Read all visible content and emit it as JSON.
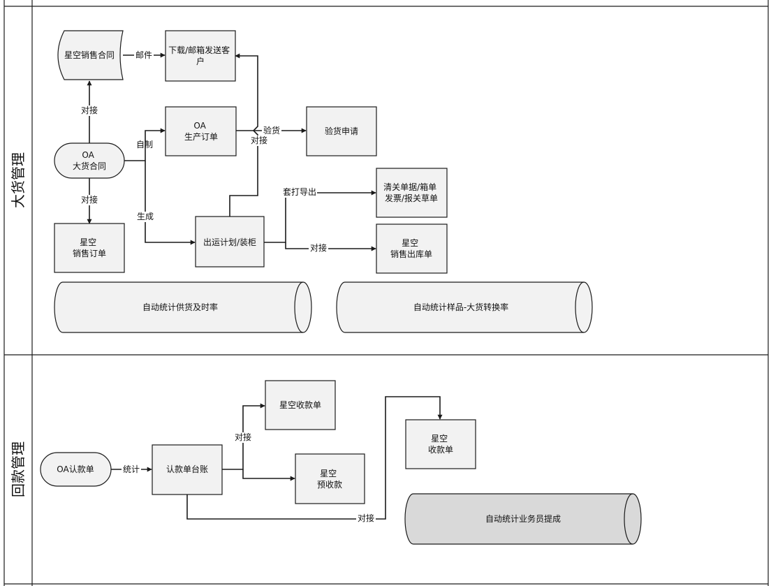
{
  "lanes": [
    {
      "id": "lane1",
      "title": "大货管理"
    },
    {
      "id": "lane2",
      "title": "回款管理"
    }
  ],
  "nodes": {
    "sales_contract": [
      "星空销售合同"
    ],
    "download_send": [
      "下载/邮箱发送客",
      "户"
    ],
    "oa_production": [
      "OA",
      "生产订单"
    ],
    "inspection": [
      "验货申请"
    ],
    "oa_bulk_contract": [
      "OA",
      "大货合同"
    ],
    "customs_docs": [
      "清关单据/箱单",
      "发票/报关草单"
    ],
    "xk_sales_order": [
      "星空",
      "销售订单"
    ],
    "shipping_plan": [
      "出运计划/装柜"
    ],
    "xk_sales_outbound": [
      "星空",
      "销售出库单"
    ],
    "stat_supply": [
      "自动统计供货及时率"
    ],
    "stat_sample": [
      "自动统计样品-大货转换率"
    ],
    "xk_receipt": [
      "星空收款单"
    ],
    "xk_receipt2": [
      "星空",
      "收款单"
    ],
    "oa_claim": [
      "OA认款单"
    ],
    "claim_ledger": [
      "认款单台账"
    ],
    "xk_prepay": [
      "星空",
      "预收款"
    ],
    "stat_commission": [
      "自动统计业务员提成"
    ]
  },
  "edge_labels": {
    "mail": "邮件",
    "dock_up": "对接",
    "self_made": "自制",
    "inspect": "验货",
    "dock_inspect": "对接",
    "dock_down": "对接",
    "generate": "生成",
    "print_export": "套打导出",
    "dock_outbound": "对接",
    "statistics": "统计",
    "dock_receipt": "对接",
    "dock_commission": "对接"
  },
  "colors": {
    "box_fill": "#f2f2f2",
    "stroke": "#1a1a1a",
    "stat_fill": "#f2f2f2",
    "stat_fill_dark": "#d9d9d9"
  }
}
